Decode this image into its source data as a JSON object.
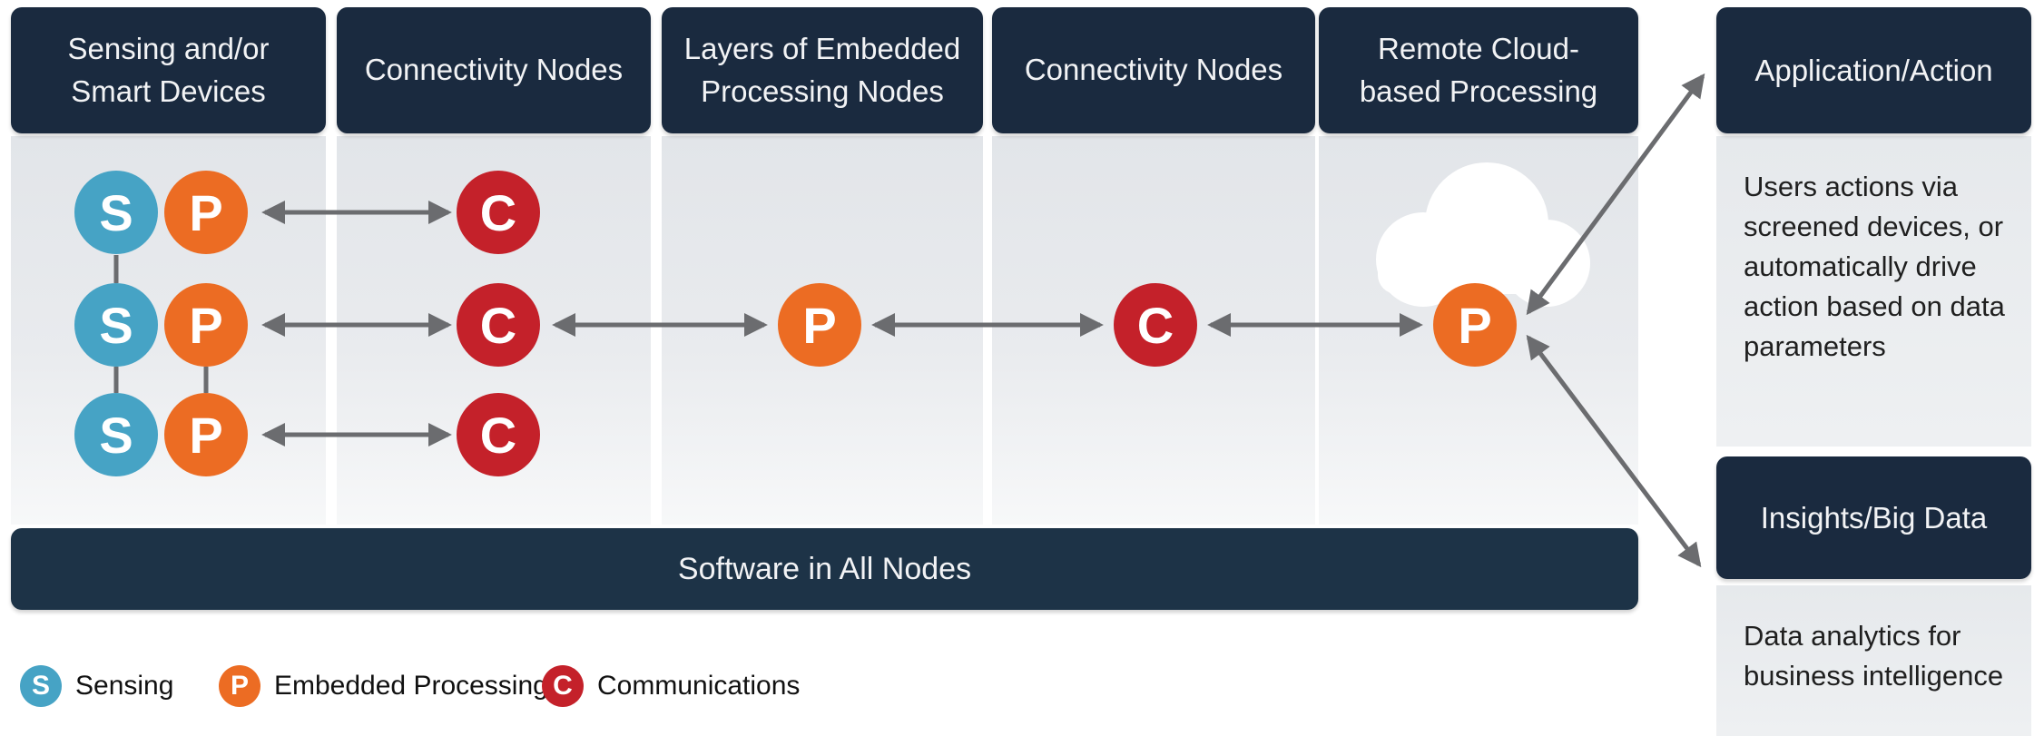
{
  "palette": {
    "header_navy": "#1a2a3f",
    "bar_navy": "#1d3347",
    "sensing_blue": "#46a3c5",
    "processing_orange": "#ec6c23",
    "communications_red": "#c4212a",
    "arrow_gray": "#6b6c6f",
    "column_bg_top": "#e2e5e9",
    "column_bg_bottom": "#f7f8f9"
  },
  "columns": [
    {
      "title": "Sensing and/or Smart Devices"
    },
    {
      "title": "Connectivity Nodes"
    },
    {
      "title": "Layers of Embedded Processing Nodes"
    },
    {
      "title": "Connectivity Nodes"
    },
    {
      "title": "Remote Cloud-based Processing"
    }
  ],
  "node_letters": {
    "sensing": "S",
    "processing": "P",
    "communications": "C"
  },
  "right_panel": {
    "application": {
      "title": "Application/Action",
      "description": "Users actions via screened devices, or automatically drive action based on data parameters"
    },
    "insights": {
      "title": "Insights/Big Data",
      "description": "Data analytics for business intelligence"
    }
  },
  "bottom_bar": {
    "label": "Software in All Nodes"
  },
  "legend": [
    {
      "letter": "S",
      "label": "Sensing"
    },
    {
      "letter": "P",
      "label": "Embedded Processing"
    },
    {
      "letter": "C",
      "label": "Communications"
    }
  ]
}
